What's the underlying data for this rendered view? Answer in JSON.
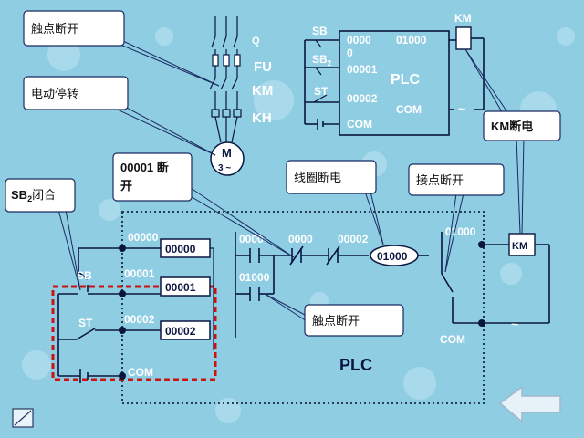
{
  "callouts": {
    "contact_open_top": "触点断开",
    "motor_stop": "电动停转",
    "sb2_closed_prefix": "SB",
    "sb2_closed_sub": "2",
    "sb2_closed_suffix": "闭合",
    "addr_00001_open_line1": "00001 断",
    "addr_00001_open_line2": "开",
    "coil_off": "线圈断电",
    "contact_open_right": "接点断开",
    "km_off": "KM断电",
    "contact_open_ladder": "触点断开"
  },
  "motor_circuit": {
    "q": "Q",
    "fu": "FU",
    "km": "KM",
    "kh": "KH",
    "motor_m": "M",
    "motor_3": "3 ~"
  },
  "plc_top": {
    "sb": "SB",
    "sb2": "SB",
    "sb2_sub": "2",
    "st": "ST",
    "in_0000a": "0000",
    "in_0000b": "0",
    "in_00001": "00001",
    "in_00002": "00002",
    "com_in": "COM",
    "plc": "PLC",
    "out_01000": "01000",
    "com_out": "COM",
    "km": "KM",
    "tilde": "~"
  },
  "plc_bottom": {
    "sb": "SB",
    "st": "ST",
    "in_00000": "00000",
    "in_00001": "00001",
    "in_00002": "00002",
    "box_00000": "00000",
    "box_00001": "00001",
    "box_00002": "00002",
    "com": "COM",
    "plc": "PLC",
    "ladder_0000": "0000",
    "ladder_0000b": "0000",
    "ladder_00002": "00002",
    "ladder_01000": "01000",
    "coil_01000": "01000",
    "out_01000": "01000",
    "km": "KM",
    "com_out": "COM",
    "tilde": "~"
  },
  "colors": {
    "background": "#8fcde3",
    "wire": "#0a1640",
    "red_dashed": "#cc1111"
  },
  "nav": {
    "back_icon": "left-arrow-icon",
    "fullscreen_icon": "fullscreen-icon"
  }
}
